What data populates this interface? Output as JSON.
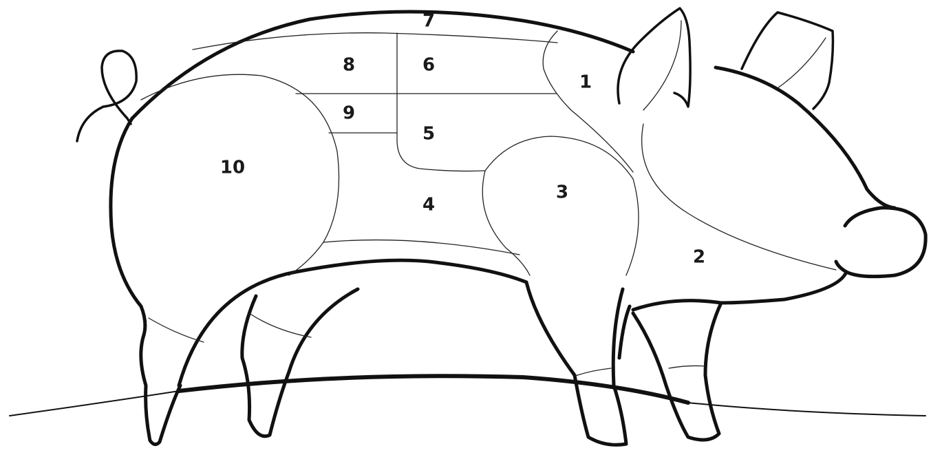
{
  "diagram": {
    "regions": [
      {
        "id": "1",
        "label": "1"
      },
      {
        "id": "2",
        "label": "2"
      },
      {
        "id": "3",
        "label": "3"
      },
      {
        "id": "4",
        "label": "4"
      },
      {
        "id": "5",
        "label": "5"
      },
      {
        "id": "6",
        "label": "6"
      },
      {
        "id": "7",
        "label": "7"
      },
      {
        "id": "8",
        "label": "8"
      },
      {
        "id": "9",
        "label": "9"
      },
      {
        "id": "10",
        "label": "10"
      }
    ],
    "colors": {
      "outline": "#111111",
      "background": "#ffffff"
    }
  }
}
